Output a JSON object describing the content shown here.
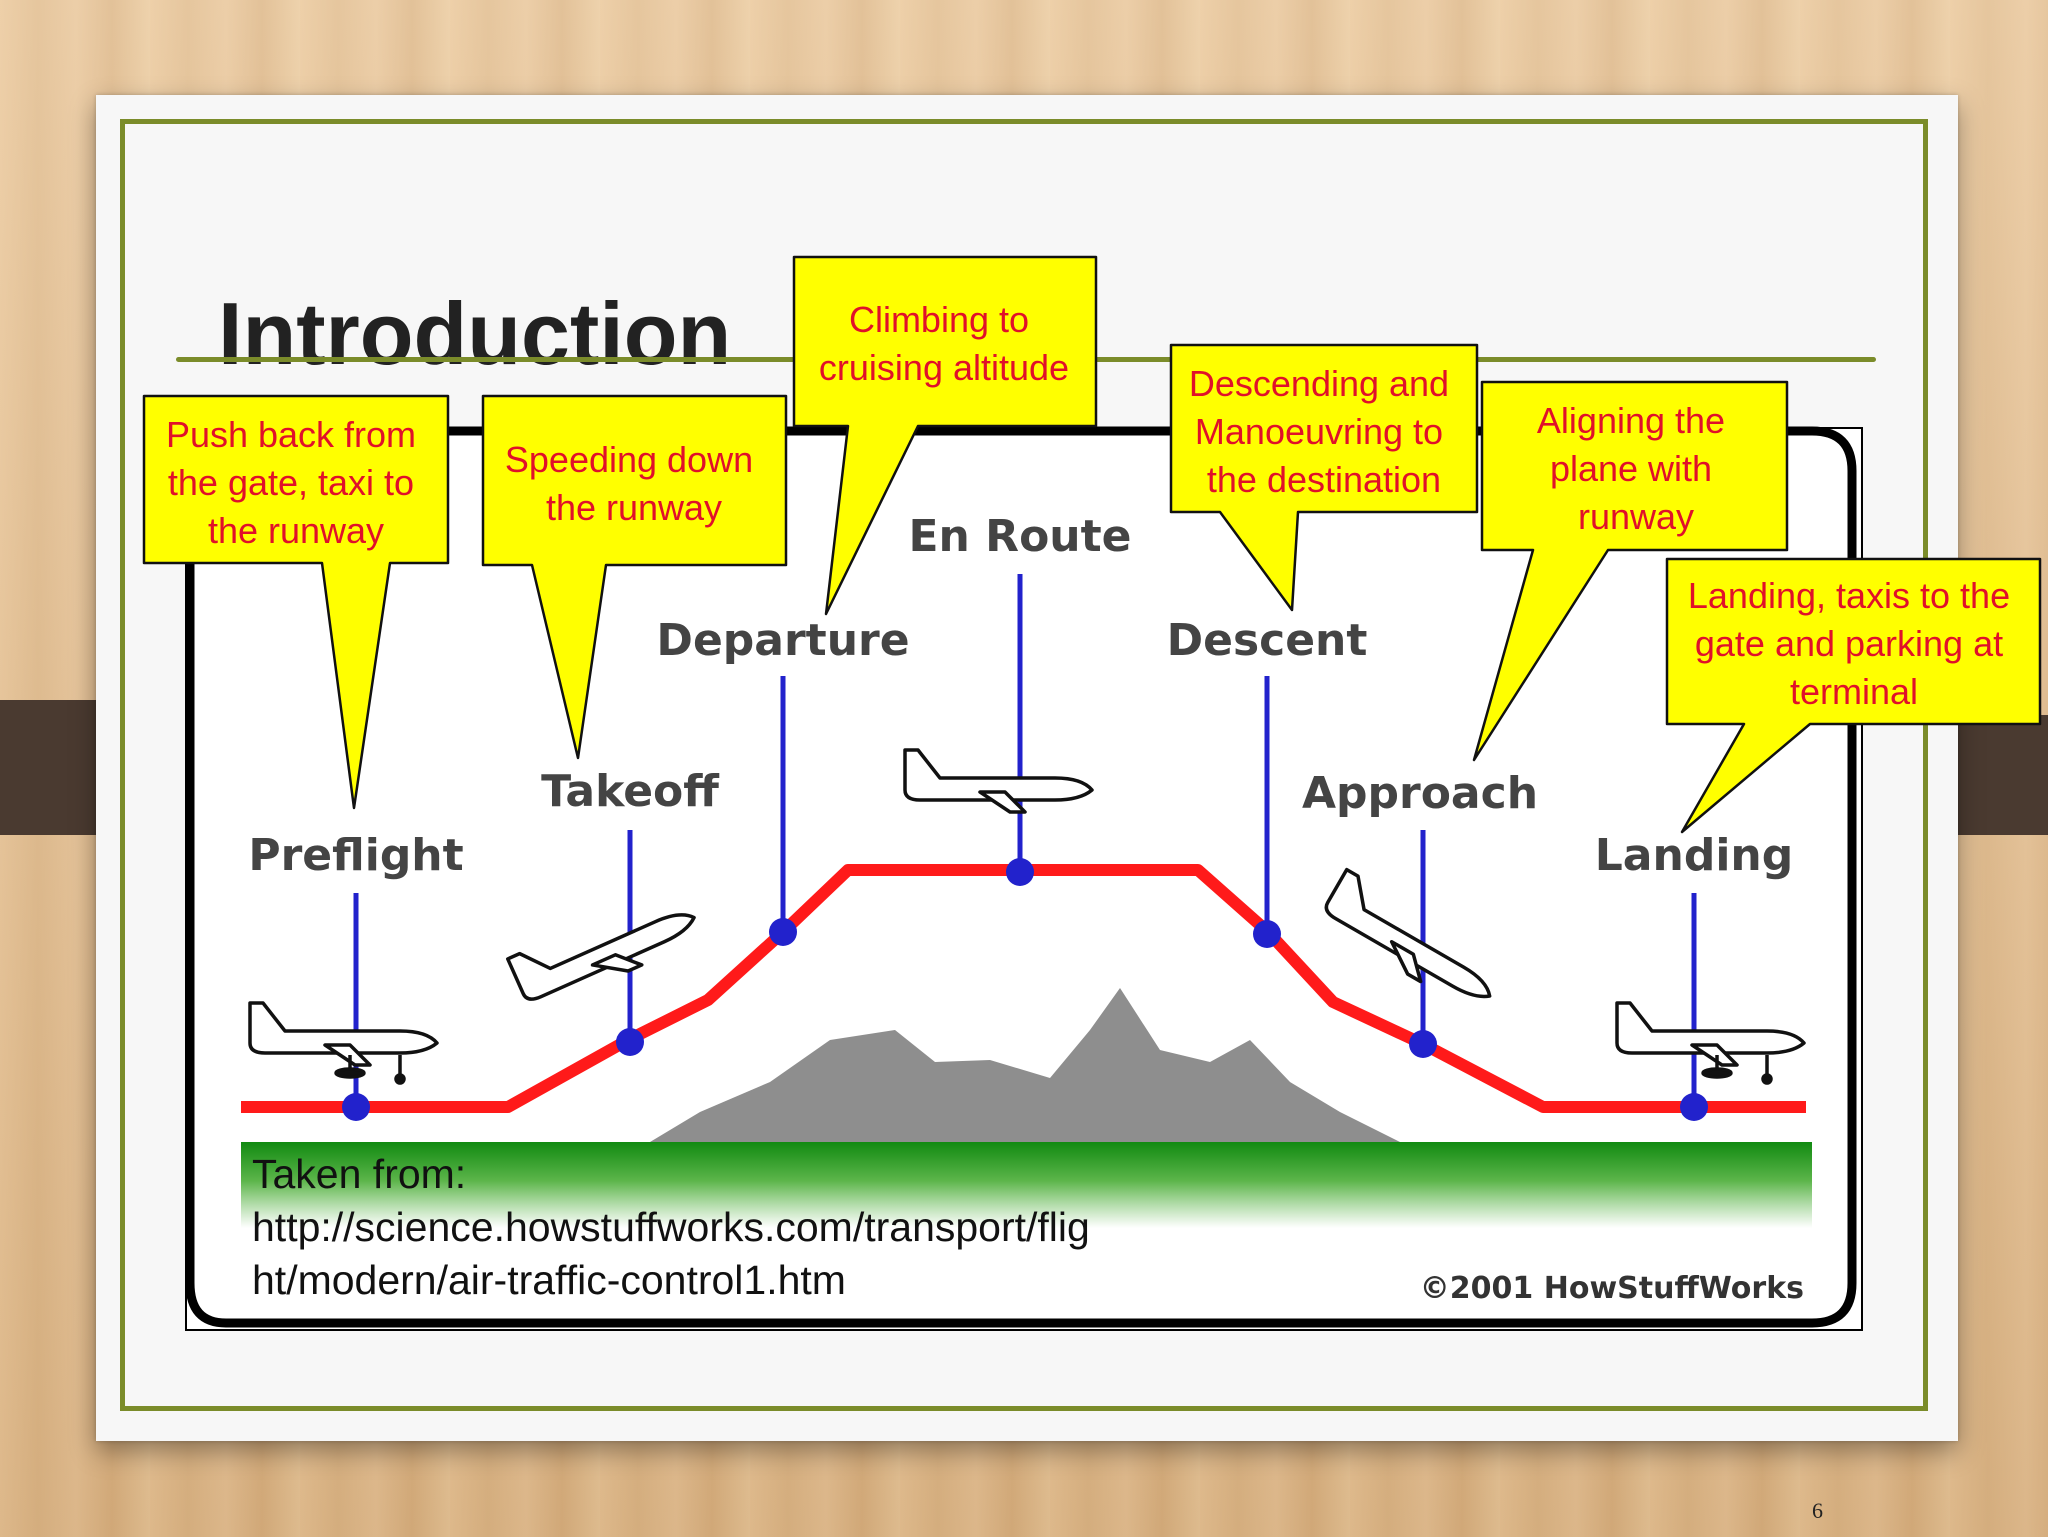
{
  "slide": {
    "title": "Introduction",
    "page_number": "6"
  },
  "diagram": {
    "phases": [
      "Preflight",
      "Takeoff",
      "Departure",
      "En Route",
      "Descent",
      "Approach",
      "Landing"
    ],
    "callouts": [
      [
        "Push back from",
        "the gate, taxi to",
        "the runway"
      ],
      [
        "Speeding down",
        "the runway"
      ],
      [
        "Climbing to",
        "cruising altitude"
      ],
      [
        "Descending and",
        "Manoeuvring to",
        "the destination"
      ],
      [
        "Aligning the",
        "plane with",
        "runway"
      ],
      [
        "Landing, taxis to the",
        "gate and parking at",
        "terminal"
      ]
    ],
    "copyright": "©2001 HowStuffWorks",
    "colors": {
      "flight_path": "#ff1a1a",
      "markers": "#2222cc",
      "callout_fill": "#ffff00",
      "callout_text": "#e0102a",
      "ground": "#1a8f1a",
      "mountains": "#8e8e8e"
    }
  },
  "credit": {
    "lines": [
      "Taken from:",
      "http://science.howstuffworks.com/transport/flig",
      "ht/modern/air-traffic-control1.htm"
    ]
  }
}
